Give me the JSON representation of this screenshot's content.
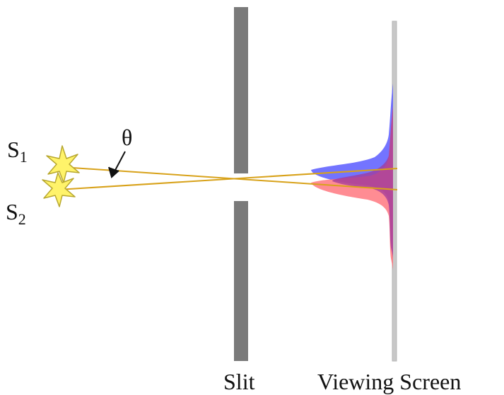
{
  "labels": {
    "source1": "S",
    "source1_sub": "1",
    "source2": "S",
    "source2_sub": "2",
    "angle": "θ",
    "slit": "Slit",
    "screen": "Viewing Screen"
  },
  "colors": {
    "barrier": "#7a7a7a",
    "screen": "#c8c8c8",
    "rays": "#d8a21a",
    "star_fill": "#fff36a",
    "star_stroke": "#b8a830",
    "pattern_blue": "#5a5cff",
    "pattern_red": "#ff6f78",
    "pattern_overlap": "#a13a9a"
  }
}
